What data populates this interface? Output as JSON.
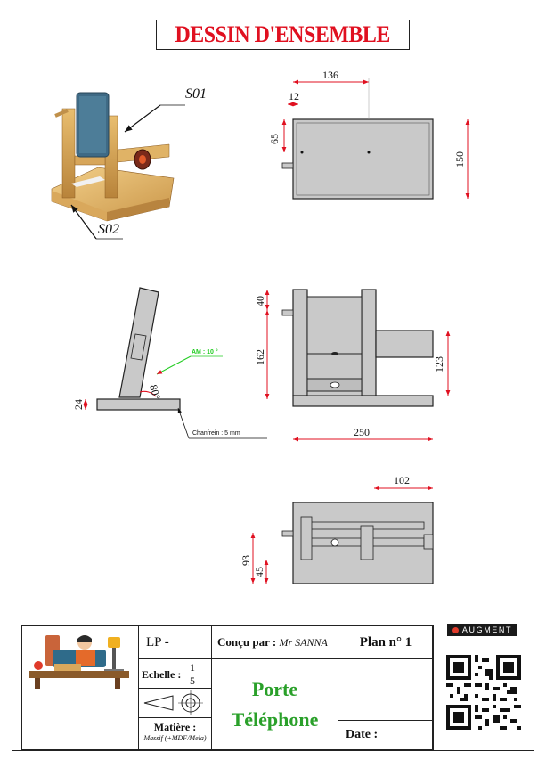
{
  "title": "DESSIN D'ENSEMBLE",
  "callouts": {
    "s01": "S01",
    "s02": "S02"
  },
  "top_view": {
    "dim_136": "136",
    "dim_12": "12",
    "dim_65": "65",
    "dim_150": "150"
  },
  "side_view": {
    "dim_24": "24",
    "angle": "80°",
    "am_label": "AM : 10 °",
    "chanfrein": "Chanfrein : 5 mm"
  },
  "front_view": {
    "dim_40": "40",
    "dim_162": "162",
    "dim_123": "123",
    "dim_250": "250"
  },
  "bottom_view": {
    "dim_102": "102",
    "dim_93": "93",
    "dim_45": "45"
  },
  "cartouche": {
    "lp": "LP -",
    "concu_label": "Conçu par :",
    "concu_value": "Mr SANNA",
    "plan": "Plan n° 1",
    "echelle_label": "Echelle :",
    "echelle_num": "1",
    "echelle_den": "5",
    "product_line1": "Porte",
    "product_line2": "Téléphone",
    "matiere_label": "Matière :",
    "matiere_value": "Massif (+MDF/Mela)",
    "date_label": "Date :"
  },
  "augment": "AUGMENT",
  "colors": {
    "title": "#e01020",
    "dim": "#e01020",
    "part": "#c9c9c9",
    "product": "#2aa02a",
    "annotation": "#22cc22"
  }
}
